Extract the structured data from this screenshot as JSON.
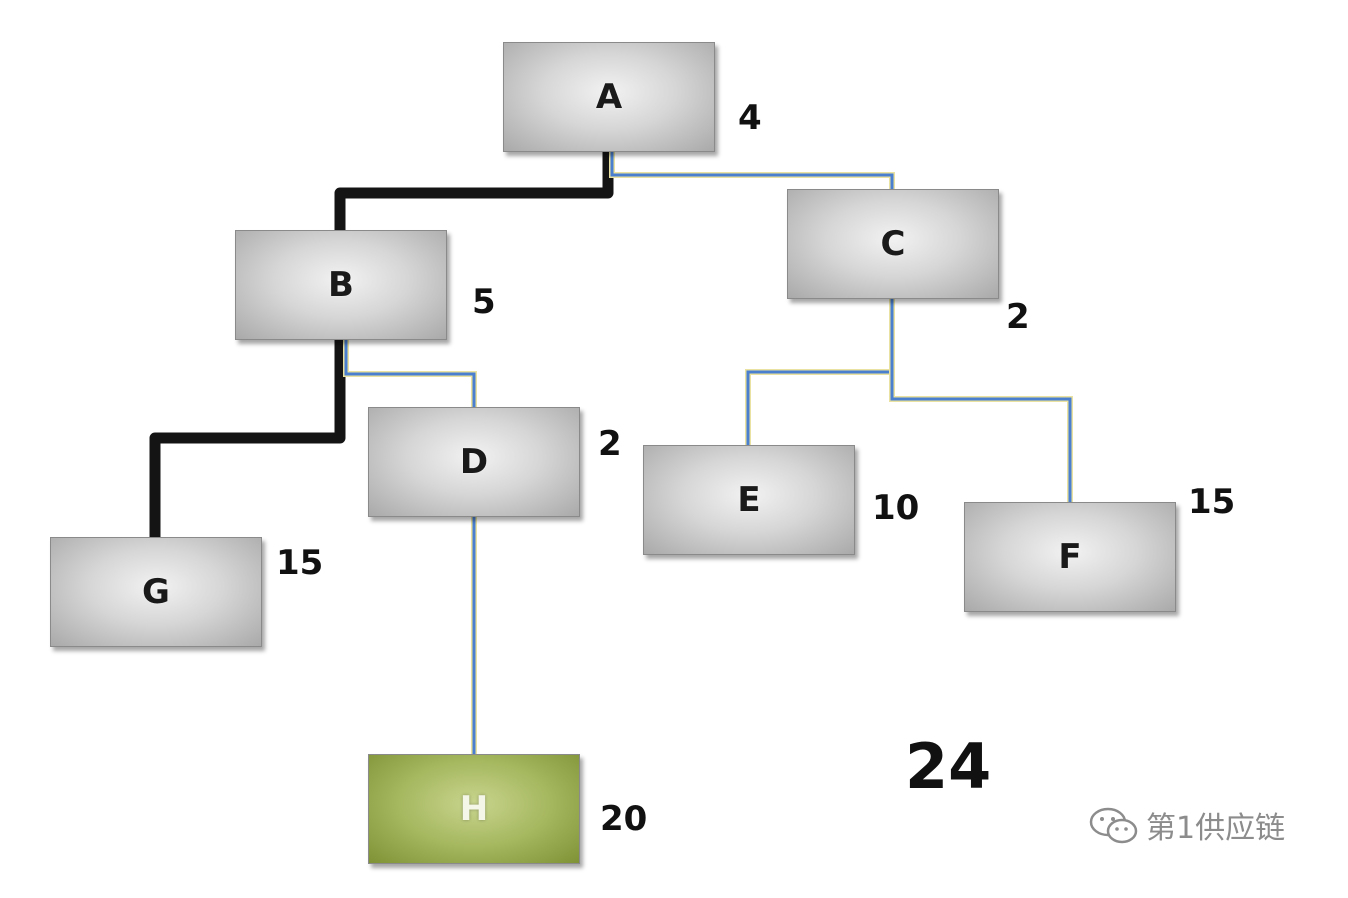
{
  "diagram": {
    "nodes": [
      {
        "id": "A",
        "label": "A",
        "weight": "4"
      },
      {
        "id": "B",
        "label": "B",
        "weight": "5"
      },
      {
        "id": "C",
        "label": "C",
        "weight": "2"
      },
      {
        "id": "D",
        "label": "D",
        "weight": "2"
      },
      {
        "id": "E",
        "label": "E",
        "weight": "10"
      },
      {
        "id": "F",
        "label": "F",
        "weight": "15"
      },
      {
        "id": "G",
        "label": "G",
        "weight": "15"
      },
      {
        "id": "H",
        "label": "H",
        "weight": "20"
      }
    ],
    "edges": [
      {
        "from": "A",
        "to": "B",
        "style": "bold"
      },
      {
        "from": "A",
        "to": "C",
        "style": "thin"
      },
      {
        "from": "B",
        "to": "G",
        "style": "bold"
      },
      {
        "from": "B",
        "to": "D",
        "style": "thin"
      },
      {
        "from": "D",
        "to": "H",
        "style": "thin"
      },
      {
        "from": "C",
        "to": "E",
        "style": "thin"
      },
      {
        "from": "C",
        "to": "F",
        "style": "thin"
      }
    ],
    "highlighted_node": "H",
    "total": "24",
    "colors": {
      "bold_edge": "#141414",
      "thin_edge": "#4a7fd0",
      "thin_edge_glow": "#e9e2a0",
      "node_gray": "#c8c8c8",
      "node_green": "#a6b860"
    }
  },
  "watermark": {
    "icon": "wechat-icon",
    "text": "第1供应链"
  }
}
